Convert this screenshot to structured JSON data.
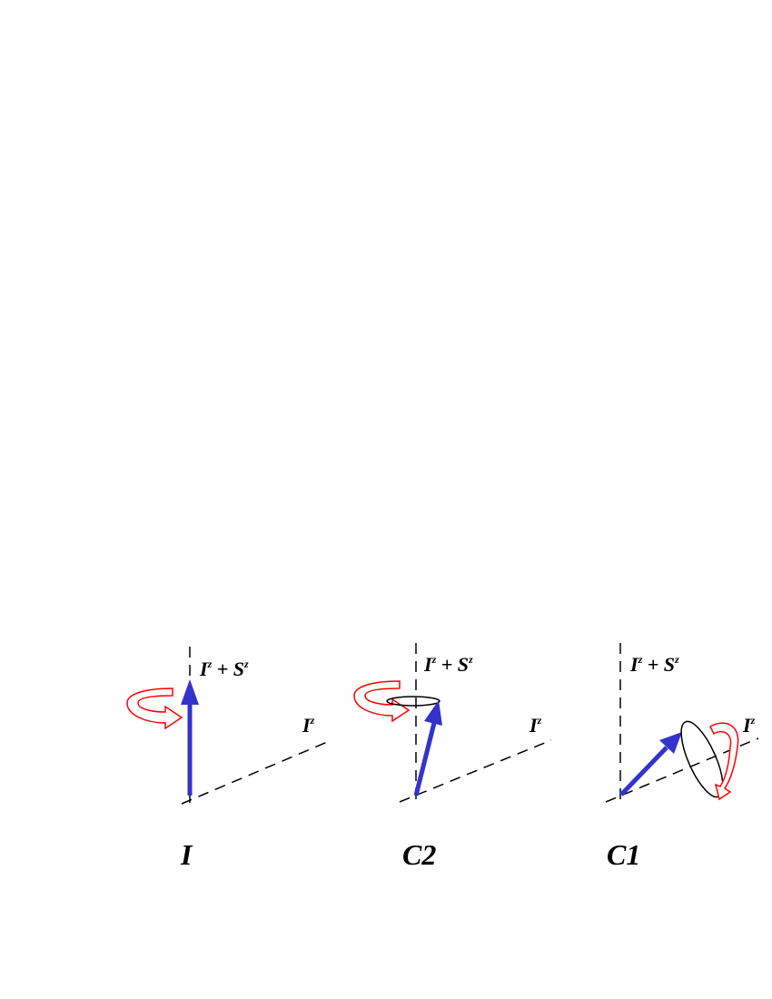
{
  "colors": {
    "vector": "#3333cc",
    "rotation_arrow": "#ff0000",
    "axis": "#000000"
  },
  "panels": [
    {
      "name": "I",
      "label": "I",
      "vertical_axis": {
        "base": "I",
        "sup1": "z",
        "plus": " + ",
        "base2": "S",
        "sup2": "z"
      },
      "horizontal_axis": {
        "base": "I",
        "sup": "z"
      }
    },
    {
      "name": "C2",
      "label": "C2",
      "vertical_axis": {
        "base": "I",
        "sup1": "z",
        "plus": " + ",
        "base2": "S",
        "sup2": "z"
      },
      "horizontal_axis": {
        "base": "I",
        "sup": "z"
      }
    },
    {
      "name": "C1",
      "label": "C1",
      "vertical_axis": {
        "base": "I",
        "sup1": "z",
        "plus": " + ",
        "base2": "S",
        "sup2": "z"
      },
      "horizontal_axis": {
        "base": "I",
        "sup": "z"
      }
    }
  ]
}
